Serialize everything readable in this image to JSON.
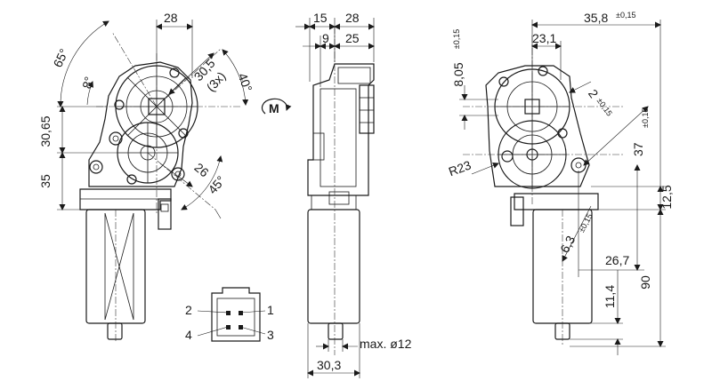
{
  "front_view": {
    "dims": {
      "width_top": "28",
      "angle_65": "65°",
      "angle_8": "8°",
      "bolt_circle": "30,5",
      "bolt_count": "(3x)",
      "angle_40": "40°",
      "height_3065": "30,65",
      "height_35": "35",
      "dim_26": "26",
      "angle_45": "45°"
    }
  },
  "motor_symbol": "M",
  "connector": {
    "pins": [
      "1",
      "2",
      "3",
      "4"
    ]
  },
  "side_view": {
    "dims": {
      "d15": "15",
      "d28": "28",
      "d9": "9",
      "d25": "25",
      "max_dia": "max. ø12",
      "d303": "30,3"
    }
  },
  "rear_view": {
    "dims": {
      "d358": "35,8",
      "d358_tol": "±0,15",
      "d231": "23,1",
      "d805": "8,05",
      "d805_tol": "±0,15",
      "d2": "2",
      "d2_tol": "±0,15",
      "d37": "37",
      "d37_tol": "±0,15",
      "r23": "R23",
      "d125": "12,5",
      "d63": "6,3",
      "d63_tol": "±0,15",
      "d267": "26,7",
      "d90": "90",
      "d114": "11,4"
    }
  }
}
